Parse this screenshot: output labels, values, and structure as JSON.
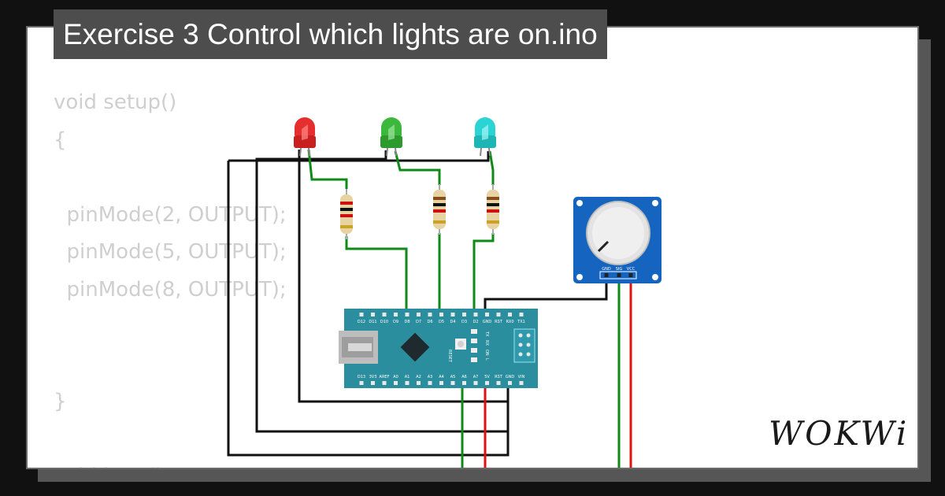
{
  "title": "Exercise 3 Control which lights are on.ino",
  "code_lines": [
    "void setup()",
    "{",
    "",
    "  pinMode(2, OUTPUT);",
    "  pinMode(5, OUTPUT);",
    "  pinMode(8, OUTPUT);",
    "",
    "",
    "}",
    "",
    "void loop()"
  ],
  "brand": "WOKWi",
  "board": {
    "top_pins": [
      "D12",
      "D11",
      "D10",
      "D9",
      "D8",
      "D7",
      "D6",
      "D5",
      "D4",
      "D3",
      "D2",
      "GND",
      "RST",
      "RX0",
      "TX1"
    ],
    "bottom_pins": [
      "D13",
      "3V3",
      "AREF",
      "A0",
      "A1",
      "A2",
      "A3",
      "A4",
      "A5",
      "A6",
      "A7",
      "5V",
      "RST",
      "GND",
      "VIN"
    ],
    "reset_label": "RESET",
    "led_labels": [
      "TX",
      "RX",
      "ON",
      "L"
    ]
  },
  "potentiometer": {
    "pins": [
      "GND",
      "SIG",
      "VCC"
    ]
  },
  "colors": {
    "led1": "#e62e2e",
    "led2": "#3cb83c",
    "led3": "#2bd4d4",
    "wire_signal": "#0e8a16",
    "wire_power": "#e01010",
    "wire_ground": "#111111",
    "board": "#2a8e9e",
    "pot_board": "#1565c0"
  }
}
